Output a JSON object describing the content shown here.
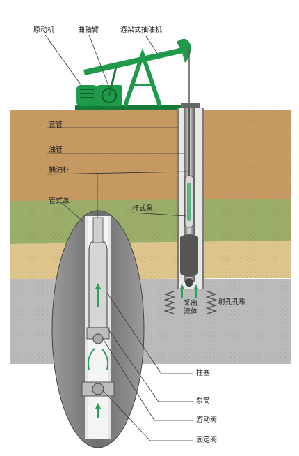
{
  "labels": {
    "prime_mover": "原动机",
    "crank_arm": "曲轴臂",
    "beam_pump_unit": "游梁式抽油机",
    "casing": "套管",
    "tubing": "油管",
    "sucker_rod": "抽油杆",
    "tubing_pump": "管式泵",
    "rod_pump": "杆式泵",
    "produced_fluid": "采出流体",
    "perforation": "射孔孔眼",
    "plunger": "柱塞",
    "pump_barrel": "泵筒",
    "traveling_valve": "游动阀",
    "standing_valve": "固定阀"
  },
  "colors": {
    "sky": "#ffffff",
    "soil_top": "#c9a06b",
    "soil_green": "#9cae6b",
    "soil_sand": "#e0c88e",
    "soil_gray": "#b9b9b9",
    "machine_green": "#1f9a4b",
    "pipe_gray": "#8e8e8e",
    "ellipse_gray": "#7b7b7b",
    "flow_green": "#27a35a"
  }
}
